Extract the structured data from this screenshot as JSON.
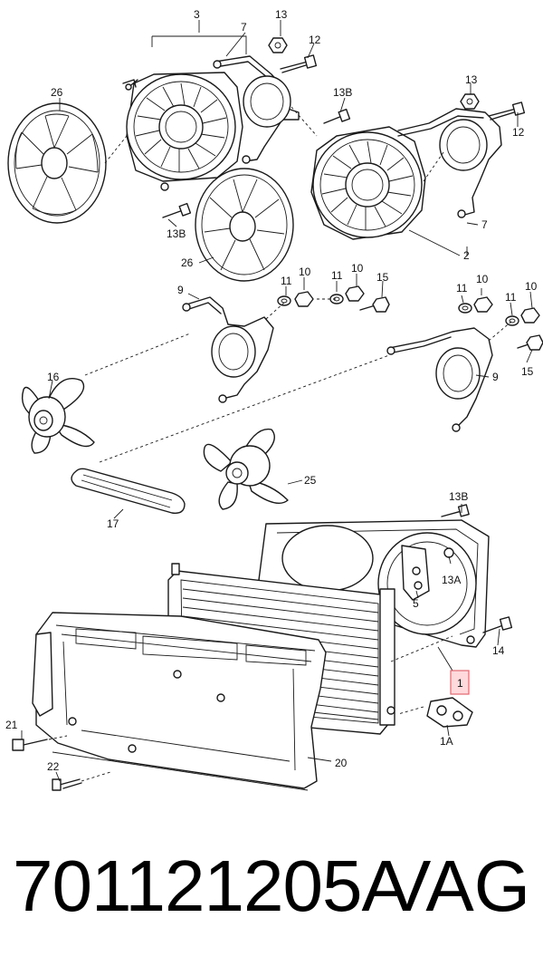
{
  "part_number": "701121205A",
  "brand": "VAG",
  "callouts": {
    "c3": "3",
    "c13a": "13",
    "c7a": "7",
    "c12a": "12",
    "c26a": "26",
    "c13b_a": "13B",
    "c13c": "13",
    "c12b": "12",
    "c13b_b": "13B",
    "c26b": "26",
    "c7b": "7",
    "c2": "2",
    "c9a": "9",
    "c11a": "11",
    "c10a": "10",
    "c11b": "11",
    "c10b": "10",
    "c15a": "15",
    "c11c": "11",
    "c10c": "10",
    "c11d": "11",
    "c10d": "10",
    "c15b": "15",
    "c9b": "9",
    "c16": "16",
    "c25": "25",
    "c17": "17",
    "c13b_c": "13B",
    "c13a_bracket": "13A",
    "c5": "5",
    "c14": "14",
    "c1": "1",
    "c1a": "1A",
    "c21": "21",
    "c22": "22",
    "c20": "20"
  },
  "highlighted_callout": "1"
}
